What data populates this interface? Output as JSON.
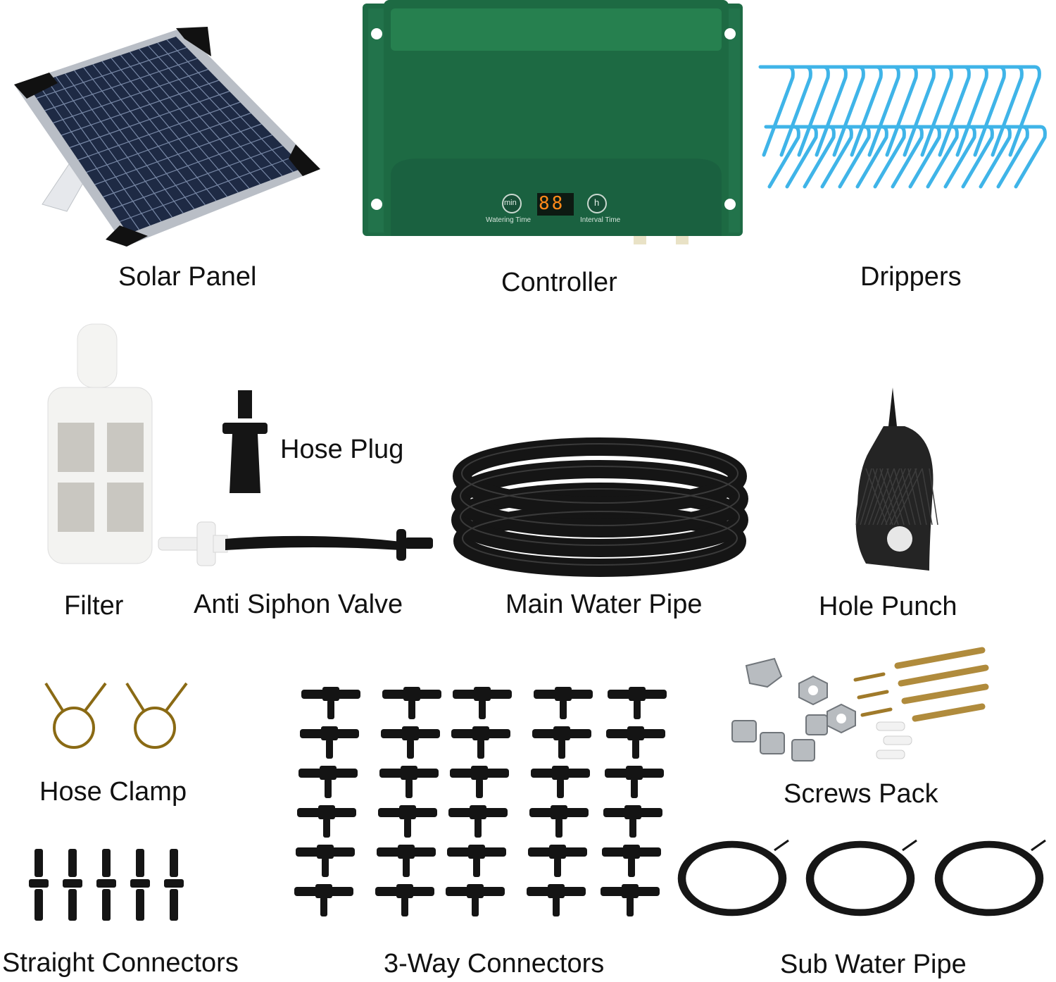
{
  "items": {
    "solar_panel": "Solar Panel",
    "controller": "Controller",
    "drippers": "Drippers",
    "filter": "Filter",
    "hose_plug": "Hose Plug",
    "anti_siphon_valve": "Anti Siphon Valve",
    "main_water_pipe": "Main Water Pipe",
    "hole_punch": "Hole Punch",
    "hose_clamp": "Hose Clamp",
    "three_way_connectors": "3-Way Connectors",
    "screws_pack": "Screws Pack",
    "straight_connectors": "Straight Connectors",
    "sub_water_pipe": "Sub Water Pipe"
  },
  "controller_panel": {
    "min_button": "min",
    "h_button": "h",
    "display": "88",
    "watering_time": "Watering Time",
    "interval_time": "Interval Time"
  },
  "colors": {
    "controller_green": "#1e6b45",
    "dripper_blue": "#3fb4e8",
    "pipe_black": "#161616",
    "display_orange": "#ff8a1a"
  }
}
